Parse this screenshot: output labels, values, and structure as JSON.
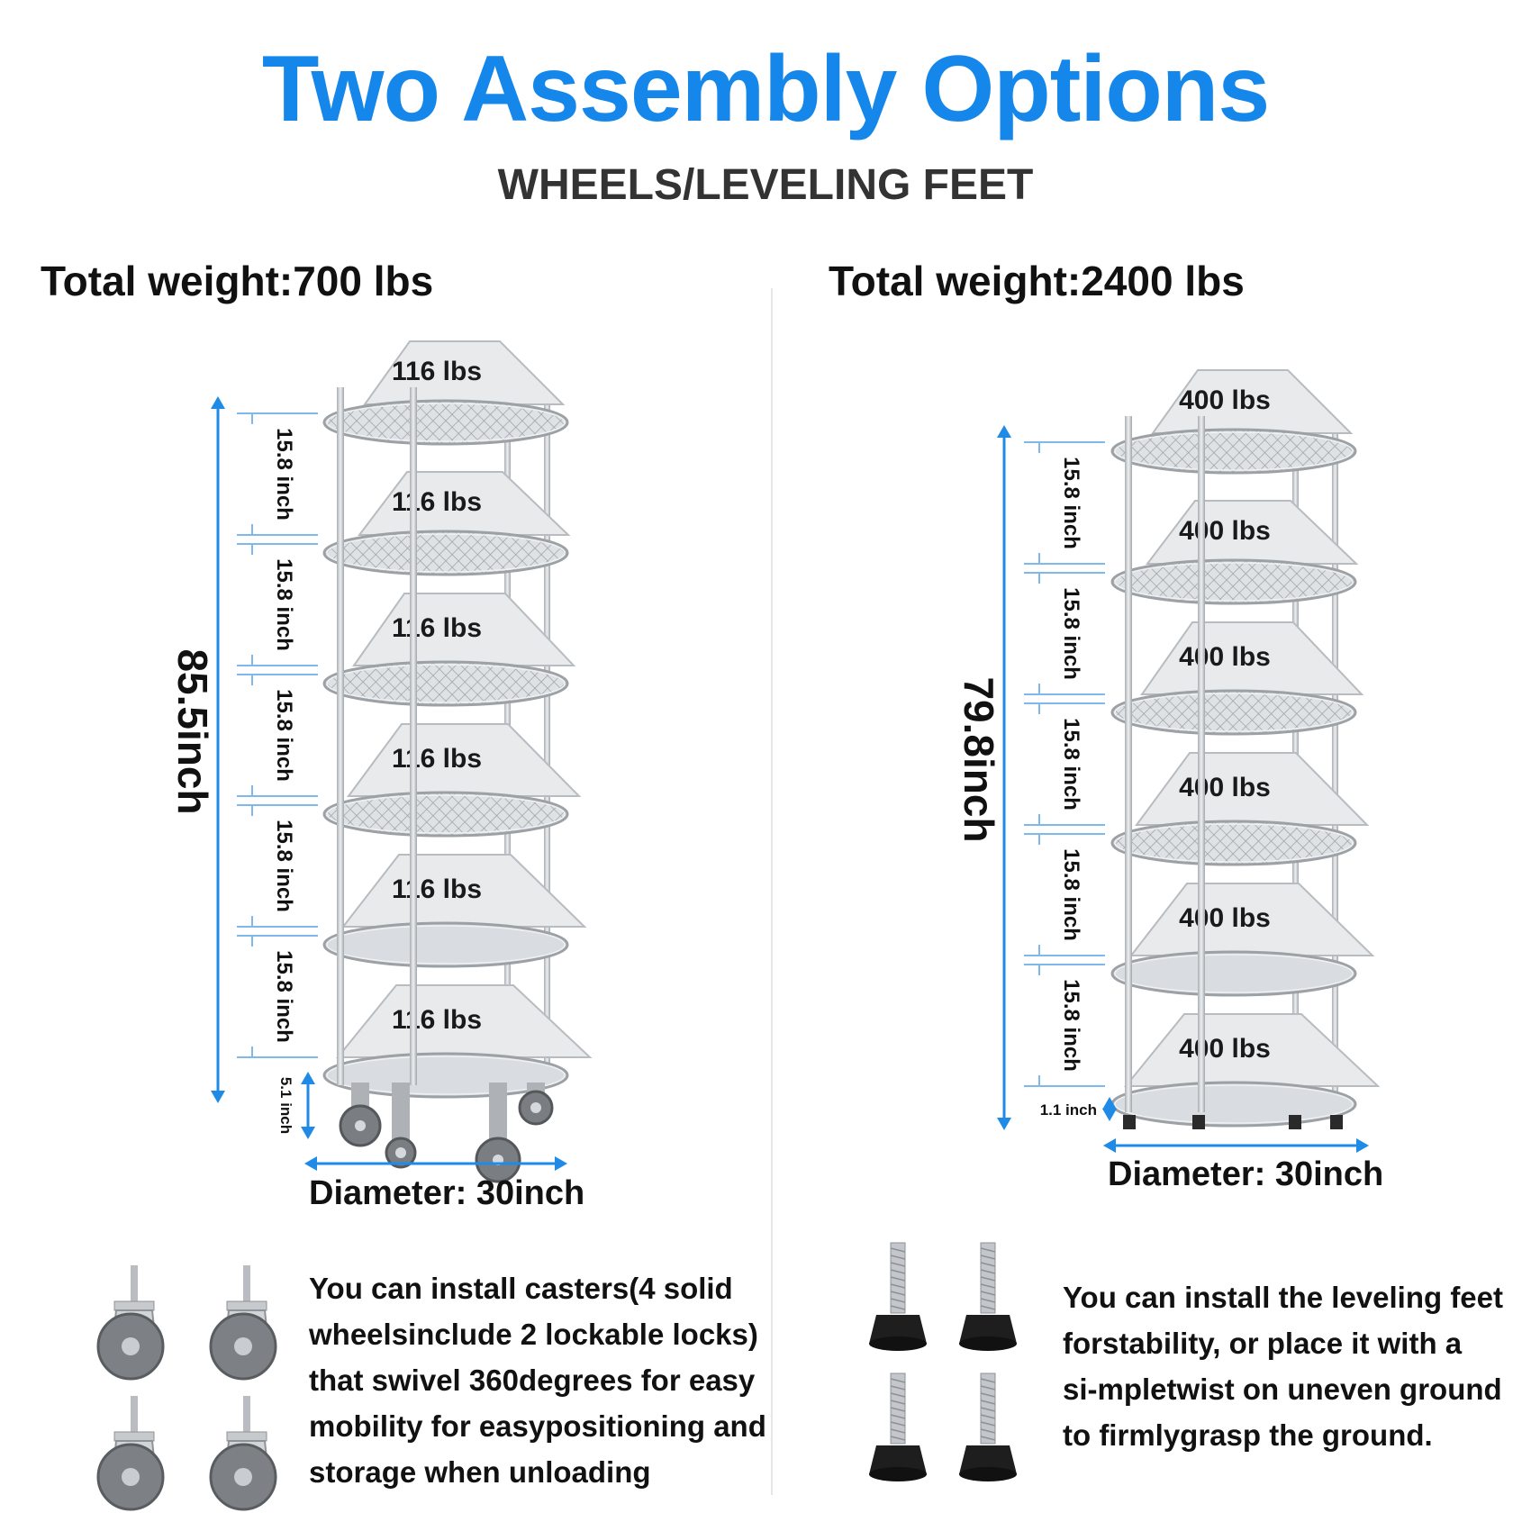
{
  "header": {
    "title": "Two Assembly Options",
    "subtitle": "WHEELS/LEVELING FEET"
  },
  "options": [
    {
      "id": "wheels",
      "total_weight": "Total weight:700 lbs",
      "height": "85.5inch",
      "spacing_labels": [
        "15.8 inch",
        "15.8 inch",
        "15.8 inch",
        "15.8 inch",
        "15.8 inch"
      ],
      "shelf_loads": [
        "116 lbs",
        "116 lbs",
        "116 lbs",
        "116 lbs",
        "116 lbs",
        "116 lbs"
      ],
      "base_height": "5.1 inch",
      "diameter": "Diameter: 30inch",
      "description_lines": [
        "You can install casters(4 solid",
        "wheelsinclude 2 lockable locks)",
        "that swivel 360degrees for easy",
        "mobility for easypositioning and",
        "storage when unloading"
      ],
      "accessory_icon": "caster-wheel-icon"
    },
    {
      "id": "leveling-feet",
      "total_weight": "Total weight:2400 lbs",
      "height": "79.8inch",
      "spacing_labels": [
        "15.8 inch",
        "15.8 inch",
        "15.8 inch",
        "15.8 inch",
        "15.8 inch"
      ],
      "shelf_loads": [
        "400 lbs",
        "400 lbs",
        "400 lbs",
        "400 lbs",
        "400 lbs",
        "400 lbs"
      ],
      "base_height": "1.1 inch",
      "diameter": "Diameter: 30inch",
      "description_lines": [
        "You can install the leveling feet",
        "forstability, or place it with a",
        "si-mpletwist on uneven ground",
        "to firmlygrasp the ground."
      ],
      "accessory_icon": "leveling-foot-icon"
    }
  ],
  "colors": {
    "accent": "#1687ea",
    "dimension": "#1f8be6",
    "steel": "#c8ccd0",
    "steel_dark": "#8e9399",
    "weight_block": "#e8eaec",
    "foot_rubber": "#1e1e1e"
  }
}
